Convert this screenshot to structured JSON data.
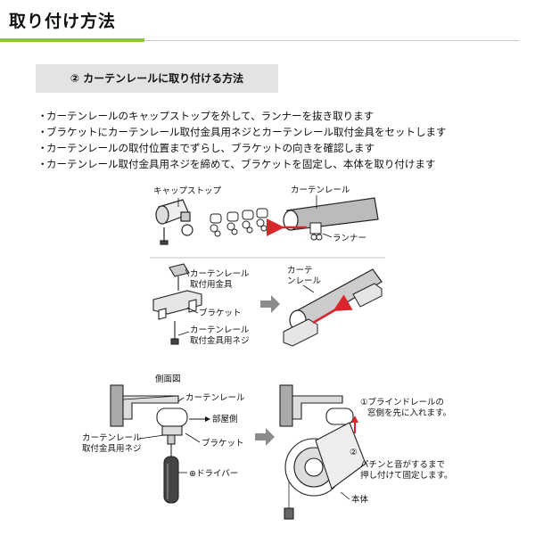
{
  "header": {
    "title": "取り付け方法"
  },
  "section": {
    "label": "② カーテンレールに取り付ける方法"
  },
  "steps": [
    "カーテンレールのキャップストップを外して、ランナーを抜き取ります",
    "ブラケットにカーテンレール取付金具用ネジとカーテンレール取付金具をセットします",
    "カーテンレールの取付位置までずらし、ブラケットの向きを確認します",
    "カーテンレール取付金具用ネジを締めて、ブラケットを固定し、本体を取り付けます"
  ],
  "bullet": "・",
  "diagram": {
    "cap_stop": "キャップストップ",
    "curtain_rail": "カーテンレール",
    "runner": "ランナー",
    "bracket_fitting": [
      "カーテンレール",
      "取付用金具"
    ],
    "bracket": "ブラケット",
    "fitting_screw": [
      "カーテンレール",
      "取付金具用ネジ"
    ],
    "rail_stacked": [
      "カーテ",
      "ンレール"
    ],
    "side_view": "側面図",
    "room_side": "部屋側",
    "driver": "⊕ドライバー",
    "note_1": [
      "①ブラインドレールの",
      "窓側を先に入れます。"
    ],
    "note_2_mark": "②",
    "note_2": [
      "パチンと音がするまで",
      "押し付けて固定します。"
    ],
    "body": "本体"
  },
  "colors": {
    "accent_green": "#8cc63f",
    "arrow_red": "#d9262c",
    "arrow_gray": "#8c8c8c"
  }
}
